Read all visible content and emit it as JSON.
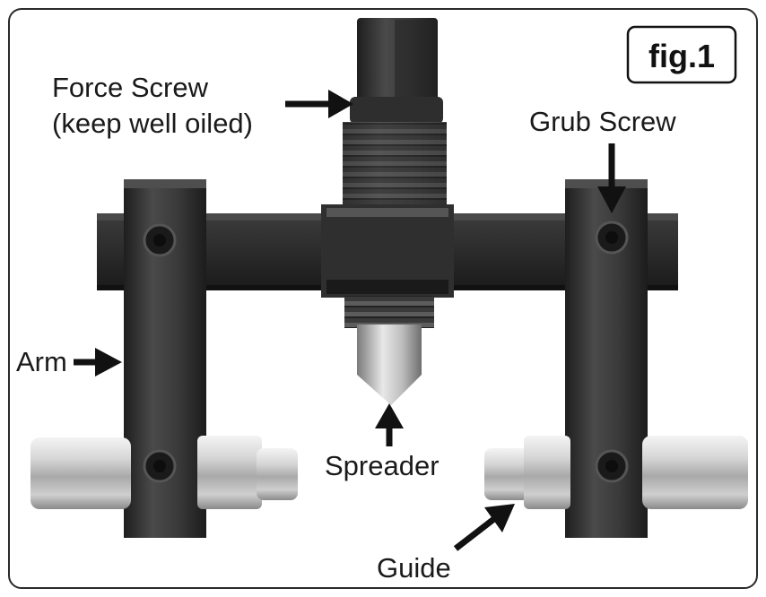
{
  "figure": {
    "badge": "fig.1",
    "labels": {
      "force_screw_line1": "Force Screw",
      "force_screw_line2": "(keep well oiled)",
      "grub_screw": "Grub Screw",
      "arm": "Arm",
      "spreader": "Spreader",
      "guide": "Guide"
    }
  },
  "colors": {
    "frame": "#2a2a2a",
    "metal_dark": "#2d2d2d",
    "metal_mid": "#4a4a4a",
    "steel_light": "#d9d9d9",
    "label_text": "#1a1a1a"
  }
}
